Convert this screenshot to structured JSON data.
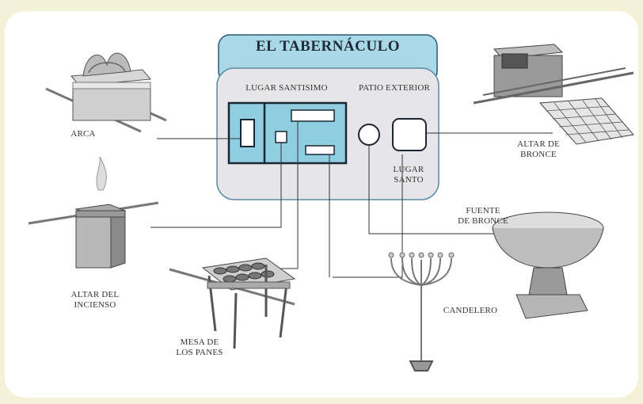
{
  "title": "EL TABERNÁCULO",
  "areas": {
    "holiest": "LUGAR SANTISIMO",
    "outer_court": "PATIO EXTERIOR",
    "holy_place": "LUGAR\nSANTO"
  },
  "items": {
    "ark": "ARCA",
    "bronze_altar": "ALTAR DE\nBRONCE",
    "incense_altar": "ALTAR DEL\nINCIENSO",
    "bronze_laver": "FUENTE\nDE BRONCE",
    "table_of_bread": "MESA DE\nLOS PANES",
    "lampstand": "CANDELERO"
  },
  "colors": {
    "background": "#f3f1d8",
    "header_blue": "#a9d8e6",
    "plan_gray": "#e6e6e8",
    "sanctuary_blue": "#8fcde0",
    "outline": "#1a2633",
    "line": "#333333"
  }
}
